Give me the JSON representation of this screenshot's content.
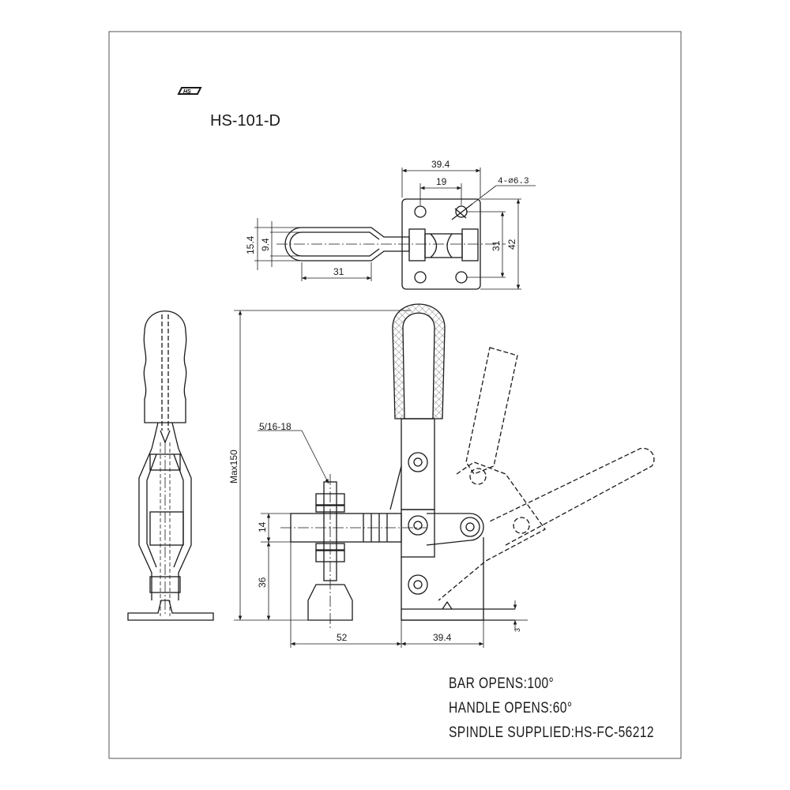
{
  "drawing": {
    "logo_text": "HS",
    "model": "HS-101-D",
    "notes": [
      "BAR OPENS:100°",
      "HANDLE OPENS:60°",
      "SPINDLE SUPPLIED:HS-FC-56212"
    ]
  },
  "dimensions": {
    "top_width": "39.4",
    "top_hole_spacing": "19",
    "hole_callout": "4-⌀6.3",
    "handle_width_outer": "15.4",
    "handle_width_inner": "9.4",
    "handle_length": "31",
    "base_hole_spacing": "31",
    "base_height": "42",
    "max_height": "Max150",
    "thread": "5/16-18",
    "bar_height": "14",
    "spindle_height": "36",
    "reach": "52",
    "base_width": "39.4",
    "base_thickness": "3"
  },
  "colors": {
    "line": "#1a1a1a",
    "frame": "#555555"
  }
}
